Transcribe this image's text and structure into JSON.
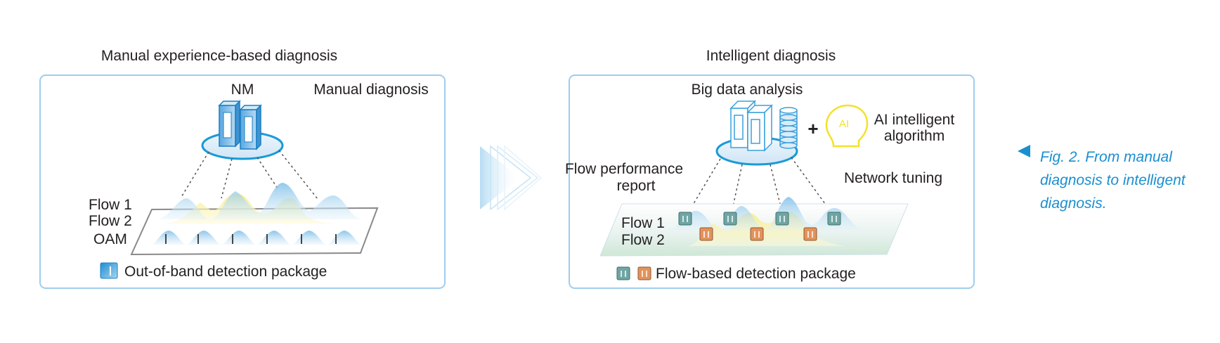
{
  "left_panel": {
    "title": "Manual experience-based diagnosis",
    "nm_label": "NM",
    "manual_label": "Manual diagnosis",
    "flows": [
      "Flow 1",
      "Flow 2"
    ],
    "oam_label": "OAM",
    "legend": "Out-of-band detection package"
  },
  "right_panel": {
    "title": "Intelligent diagnosis",
    "big_data_label": "Big data analysis",
    "plus": "+",
    "ai_badge": "AI",
    "ai_label_line1": "AI intelligent",
    "ai_label_line2": "algorithm",
    "perf_line1": "Flow performance",
    "perf_line2": "report",
    "tuning_label": "Network tuning",
    "flows": [
      "Flow 1",
      "Flow 2"
    ],
    "legend": "Flow-based detection package"
  },
  "caption": {
    "line1": "Fig. 2. From manual",
    "line2": "diagnosis to intelligent",
    "line3": "diagnosis."
  },
  "colors": {
    "frame": "#9fcdee",
    "accent_blue": "#1a9ad6",
    "flow1_blue": "#a9d4f0",
    "flow2_yellow": "#fbf3a6",
    "ai_yellow": "#f4e12a",
    "pkt_teal": "#6fa5a3",
    "pkt_orange": "#e3935a",
    "caption_blue": "#1a8fd0"
  }
}
